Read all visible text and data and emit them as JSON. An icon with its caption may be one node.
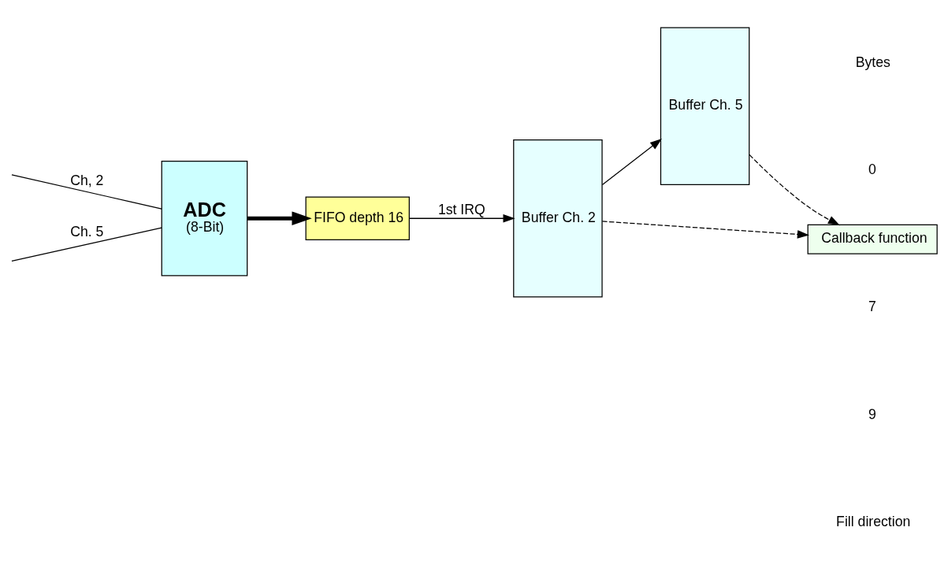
{
  "diagram": {
    "nodes": [
      {
        "text": [
          "ADC",
          "(8-Bit)"
        ]
      },
      {
        "text": [
          "FIFO depth 16"
        ]
      },
      {
        "text": [
          "Buffer Ch. 2"
        ]
      },
      {
        "text": [
          "Buffer Ch. 5"
        ]
      },
      {
        "text": [
          "Callback function"
        ]
      }
    ],
    "edges": [
      {
        "from": null,
        "to": 0,
        "arrow": "none",
        "label": "Ch, 2"
      },
      {
        "from": null,
        "to": 0,
        "arrow": "none",
        "label": "Ch. 5"
      },
      {
        "from": 0,
        "to": 1,
        "arrow": "to",
        "style": "thick"
      },
      {
        "from": 1,
        "to": 2,
        "arrow": "to",
        "label": "1st IRQ"
      },
      {
        "from": 2,
        "to": 3,
        "arrow": "to"
      },
      {
        "from": 2,
        "to": 4,
        "arrow": "to",
        "style": "dashed"
      },
      {
        "from": 3,
        "to": 4,
        "arrow": "to",
        "style": "dashed"
      }
    ],
    "labels": [
      "Bytes",
      "0",
      "7",
      "9",
      "Fill direction"
    ]
  }
}
